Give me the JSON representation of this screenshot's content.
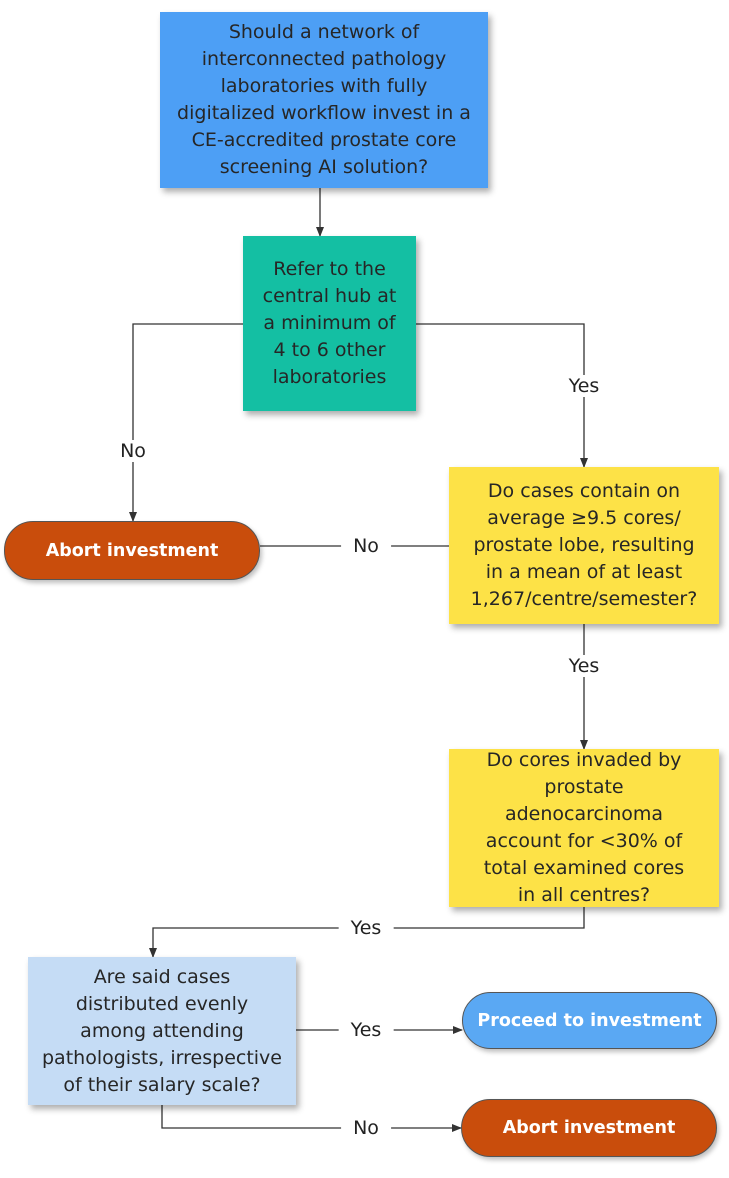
{
  "nodes": {
    "question_invest": "Should a network of interconnected pathology laboratories with fully digitalized workflow invest in a CE-accredited prostate core screening AI solution?",
    "refer_hub": "Refer to the central hub at a minimum of 4 to 6 other laboratories",
    "cases_cores": "Do cases contain on average ≥9.5 cores/ prostate lobe, resulting in a mean of at least 1,267/centre/semester?",
    "cores_invaded": "Do cores invaded by prostate adenocarcinoma account for <30% of total examined cores in all centres?",
    "cases_distributed": "Are said cases distributed evenly among attending pathologists, irrespective of their salary scale?",
    "abort_1": "Abort investment",
    "proceed": "Proceed to investment",
    "abort_2": "Abort investment"
  },
  "edge_labels": {
    "refer_yes": "Yes",
    "refer_no": "No",
    "cases_no": "No",
    "cases_yes": "Yes",
    "invaded_yes": "Yes",
    "distributed_yes": "Yes",
    "distributed_no": "No"
  },
  "colors": {
    "blue": "#4d9ff5",
    "teal": "#14bfa3",
    "yellow": "#fde247",
    "light_blue": "#c5dcf5",
    "abort": "#c94d0c",
    "proceed": "#5aa8f3",
    "line": "#333333"
  }
}
